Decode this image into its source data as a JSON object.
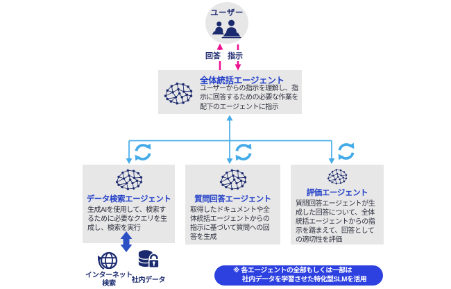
{
  "user": {
    "label": "ユーザー"
  },
  "flows": {
    "answer": "回答",
    "instruction": "指示"
  },
  "orchestrator": {
    "title": "全体統括エージェント",
    "description": "ユーザーからの指示を理解し、指示に回答するための必要な作業を配下のエージェントに指示"
  },
  "agents": [
    {
      "title": "データ検索エージェント",
      "description": "生成AIを使用して、検索するために必要なクエリを生成し、検索を実行"
    },
    {
      "title": "質問回答エージェント",
      "description": "取得したドキュメントや全体統括エージェントからの指示に基づいて質問への回答を生成"
    },
    {
      "title": "評価エージェント",
      "description": "質問回答エージェントが生成した回答について、全体統括エージェントからの指示を踏まえて、回答としての適切性を評価"
    }
  ],
  "data_sources": [
    {
      "label": "インターネット\n検索"
    },
    {
      "label": "社内データ"
    }
  ],
  "note": {
    "line1": "※ 各エージェントの全部もしくは一部は",
    "line2": "社内データを学習させた特化型SLMを活用"
  },
  "colors": {
    "navy_icon": "#1b2a6e",
    "title_blue": "#2240c8",
    "body_text": "#2c2f3e",
    "box_gray": "#e8e7e7",
    "flow_pink": "#ed1190",
    "flow_light_blue": "#45abe8",
    "data_arrow_blue": "#2b50c4",
    "note_blue": "#2d41e0"
  }
}
